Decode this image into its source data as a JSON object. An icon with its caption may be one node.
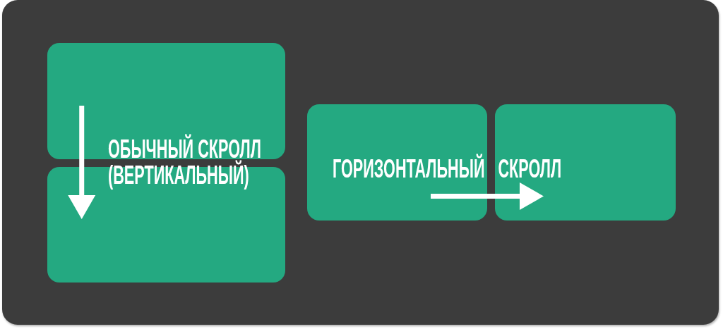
{
  "diagram": {
    "nodes": [
      {
        "text": [],
        "shape": "box"
      },
      {
        "text": [],
        "shape": "box"
      },
      {
        "text": [],
        "shape": "box"
      },
      {
        "text": [],
        "shape": "box"
      }
    ],
    "edges": [
      {
        "from": 0,
        "to": 1,
        "arrow": "to"
      },
      {
        "from": 2,
        "to": 3,
        "arrow": "to"
      }
    ],
    "labels": [
      "ОБЫЧНЫЙ СКРОЛЛ (ВЕРТИКАЛЬНЫЙ)",
      "ГОРИЗОНТАЛЬНЫЙ СКРОЛЛ"
    ]
  }
}
